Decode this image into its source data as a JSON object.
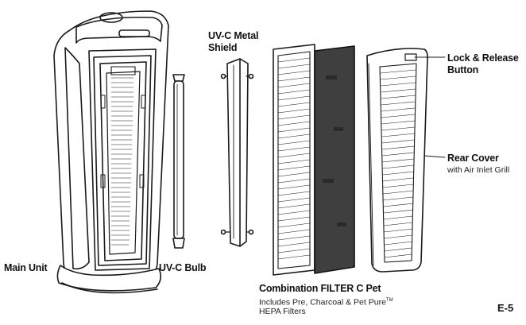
{
  "labels": {
    "main_unit": "Main Unit",
    "uvc_bulb": "UV-C Bulb",
    "shield_line1": "UV-C Metal",
    "shield_line2": "Shield",
    "lock_line1": "Lock &  Release",
    "lock_line2": "Button",
    "rear_cover": "Rear Cover",
    "rear_cover_sub": "with Air Inlet Grill",
    "combo_title": "Combination FILTER C Pet",
    "combo_sub1": "Includes Pre, Charcoal & Pet Pure",
    "combo_tm": "TM",
    "combo_sub2": "HEPA Filters"
  },
  "page_number": "E-5",
  "colors": {
    "ink": "#1a1a1a",
    "charcoal": "#3f3f3f",
    "paper": "#ffffff"
  }
}
